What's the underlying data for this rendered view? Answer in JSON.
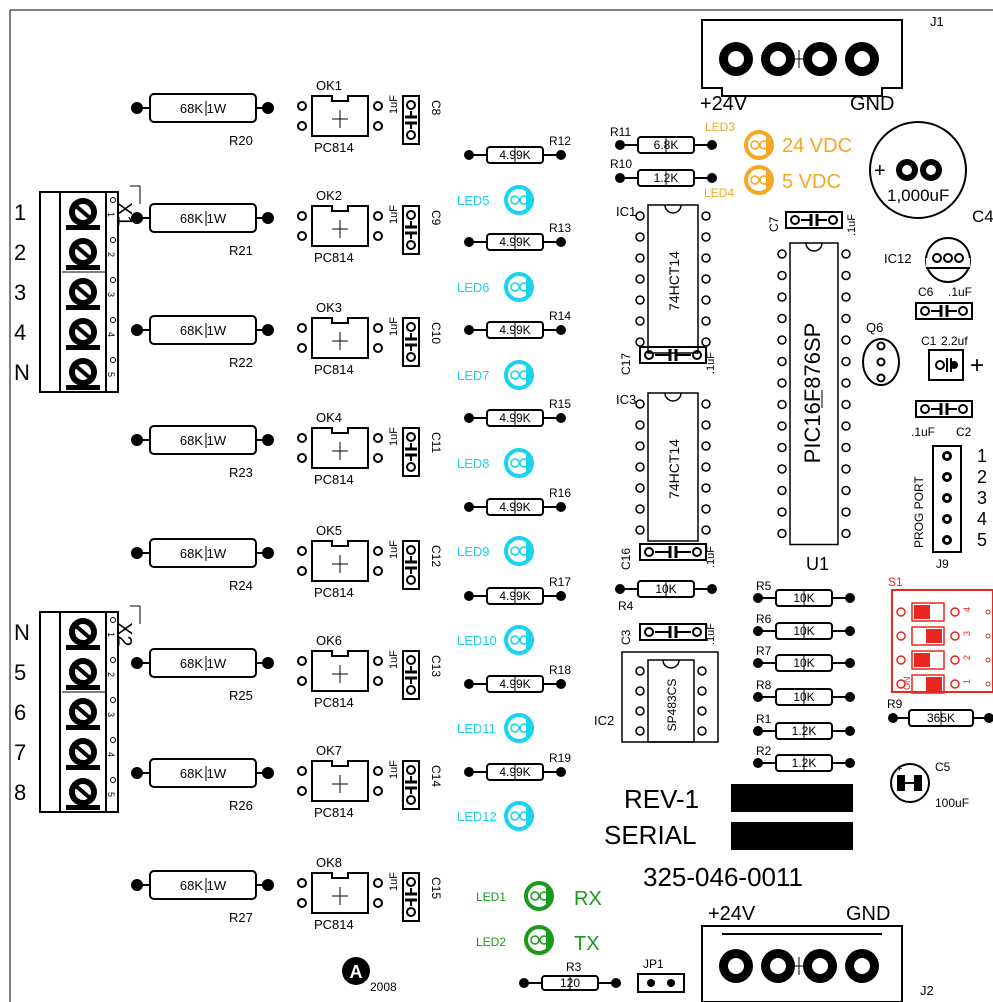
{
  "colors": {
    "ink": "#000000",
    "orange": "#f5a623",
    "cyan": "#19d3ef",
    "green": "#1a9a1a",
    "red": "#e8271f",
    "white": "#ffffff"
  },
  "header": {
    "j1": {
      "label": "J1",
      "v": "+24V",
      "gnd": "GND"
    },
    "j2": {
      "label": "J2",
      "v": "+24V",
      "gnd": "GND"
    }
  },
  "marks": {
    "rev": "REV-1",
    "serial": "SERIAL",
    "part_number": "325-046-0011",
    "year": "2008",
    "logo": "A"
  },
  "terminals": {
    "x1": {
      "name": "X1",
      "labels": [
        "1",
        "2",
        "3",
        "4",
        "N"
      ],
      "pins": [
        "1",
        "2",
        "3",
        "4",
        "5"
      ]
    },
    "x2": {
      "name": "X2",
      "labels": [
        "N",
        "5",
        "6",
        "7",
        "8"
      ],
      "pins": [
        "1",
        "2",
        "3",
        "4",
        "5"
      ]
    }
  },
  "input_resistors": [
    {
      "ref": "R20",
      "value": "68K",
      "rating": "1W"
    },
    {
      "ref": "R21",
      "value": "68K",
      "rating": "1W"
    },
    {
      "ref": "R22",
      "value": "68K",
      "rating": "1W"
    },
    {
      "ref": "R23",
      "value": "68K",
      "rating": "1W"
    },
    {
      "ref": "R24",
      "value": "68K",
      "rating": "1W"
    },
    {
      "ref": "R25",
      "value": "68K",
      "rating": "1W"
    },
    {
      "ref": "R26",
      "value": "68K",
      "rating": "1W"
    },
    {
      "ref": "R27",
      "value": "68K",
      "rating": "1W"
    }
  ],
  "optocouplers": [
    {
      "ref": "OK1",
      "part": "PC814"
    },
    {
      "ref": "OK2",
      "part": "PC814"
    },
    {
      "ref": "OK3",
      "part": "PC814"
    },
    {
      "ref": "OK4",
      "part": "PC814"
    },
    {
      "ref": "OK5",
      "part": "PC814"
    },
    {
      "ref": "OK6",
      "part": "PC814"
    },
    {
      "ref": "OK7",
      "part": "PC814"
    },
    {
      "ref": "OK8",
      "part": "PC814"
    }
  ],
  "opto_caps": [
    {
      "ref": "C8",
      "value": "1uF"
    },
    {
      "ref": "C9",
      "value": "1uF"
    },
    {
      "ref": "C10",
      "value": "1uF"
    },
    {
      "ref": "C11",
      "value": "1uF"
    },
    {
      "ref": "C12",
      "value": "1uF"
    },
    {
      "ref": "C13",
      "value": "1uF"
    },
    {
      "ref": "C14",
      "value": "1uF"
    },
    {
      "ref": "C15",
      "value": "1uF"
    }
  ],
  "led_resistors": [
    {
      "ref": "R12",
      "value": "4.99K"
    },
    {
      "ref": "R13",
      "value": "4.99K"
    },
    {
      "ref": "R14",
      "value": "4.99K"
    },
    {
      "ref": "R15",
      "value": "4.99K"
    },
    {
      "ref": "R16",
      "value": "4.99K"
    },
    {
      "ref": "R17",
      "value": "4.99K"
    },
    {
      "ref": "R18",
      "value": "4.99K"
    },
    {
      "ref": "R19",
      "value": "4.99K"
    }
  ],
  "status_leds": [
    "LED5",
    "LED6",
    "LED7",
    "LED8",
    "LED9",
    "LED10",
    "LED11",
    "LED12"
  ],
  "power_leds": [
    {
      "ref": "LED3",
      "label": "24 VDC"
    },
    {
      "ref": "LED4",
      "label": "5 VDC"
    }
  ],
  "rxtx_leds": [
    {
      "ref": "LED1",
      "label": "RX"
    },
    {
      "ref": "LED2",
      "label": "TX"
    }
  ],
  "power_resistors": [
    {
      "ref": "R11",
      "value": "6.8K"
    },
    {
      "ref": "R10",
      "value": "1.2K"
    }
  ],
  "ics": {
    "ic1": {
      "ref": "IC1",
      "part": "74HCT14"
    },
    "ic3": {
      "ref": "IC3",
      "part": "74HCT14"
    },
    "ic2": {
      "ref": "IC2",
      "part": "SP483CS"
    },
    "u1": {
      "ref": "U1",
      "part": "PIC16F876SP"
    },
    "ic12": {
      "ref": "IC12"
    },
    "q6": {
      "ref": "Q6"
    }
  },
  "caps": {
    "c4": {
      "ref": "C4",
      "value": "1,000uF",
      "sign": "+"
    },
    "c7": {
      "ref": "C7",
      "value": ".1uF"
    },
    "c17": {
      "ref": "C17",
      "value": ".1uF"
    },
    "c16": {
      "ref": "C16",
      "value": ".1uF"
    },
    "c3": {
      "ref": "C3",
      "value": ".1uF"
    },
    "c6": {
      "ref": "C6",
      "value": ".1uF"
    },
    "c1": {
      "ref": "C1",
      "value": "2.2uf",
      "sign": "+"
    },
    "c2": {
      "ref": "C2",
      "value": ".1uF"
    },
    "c5": {
      "ref": "C5",
      "value": "100uF"
    }
  },
  "logic_resistors": [
    {
      "ref": "R4",
      "value": "10K"
    },
    {
      "ref": "R5",
      "value": "10K"
    },
    {
      "ref": "R6",
      "value": "10K"
    },
    {
      "ref": "R7",
      "value": "10K"
    },
    {
      "ref": "R8",
      "value": "10K"
    },
    {
      "ref": "R1",
      "value": "1.2K"
    },
    {
      "ref": "R2",
      "value": "1.2K"
    },
    {
      "ref": "R9",
      "value": "365K"
    },
    {
      "ref": "R3",
      "value": "120"
    }
  ],
  "prog_port": {
    "ref": "J9",
    "label": "PROG PORT",
    "pins": [
      "1",
      "2",
      "3",
      "4",
      "5"
    ]
  },
  "dip_switch": {
    "ref": "S1",
    "on_label": "ON",
    "positions": [
      "1",
      "2",
      "3",
      "4"
    ]
  },
  "jumper": {
    "ref": "JP1"
  }
}
